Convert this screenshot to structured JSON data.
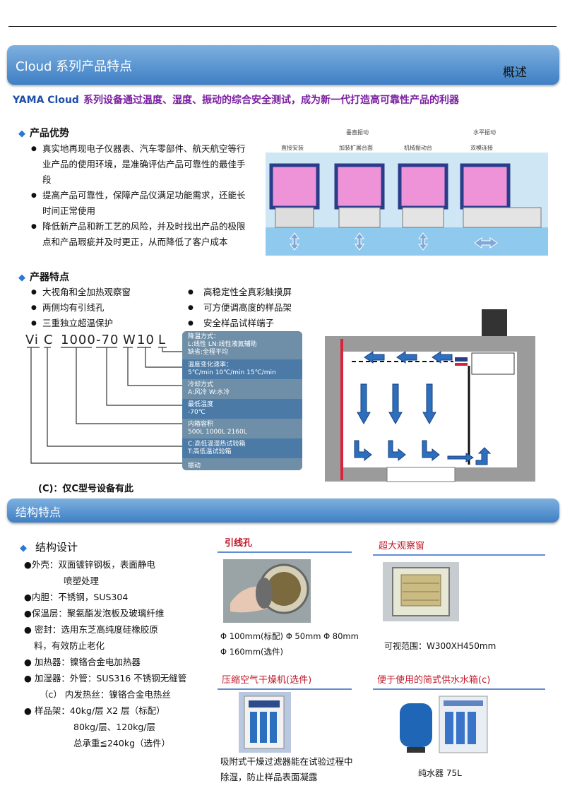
{
  "header": {
    "title": "Cloud 系列产品特点",
    "right_label": "概述"
  },
  "subtitle": {
    "brand": "YAMA Cloud",
    "text": "系列设备通过温度、湿度、振动的综合安全测试，成为新一代打造高可靠性产品的利器"
  },
  "advantages": {
    "heading": "产品优势",
    "items": [
      "真实地再现电子仪器表、汽车零部件、航天航空等行业产品的使用环境，是准确评估产品可靠性的最佳手段",
      "提高产品可靠性，保障产品仪满足功能需求，还能长时间正常使用",
      "降低新产品和新工艺的风险，并及时找出产品的极限点和产品瑕疵并及时更正，从而降低了客户成本"
    ]
  },
  "vibration": {
    "top_labels": [
      "垂直振动",
      "水平振动"
    ],
    "labels": [
      "直接安装",
      "加装扩展台面",
      "机械振动台",
      "双模连接"
    ]
  },
  "features": {
    "heading": "产器特点",
    "left": [
      "大视角和全加热观察窗",
      "两侧均有引线孔",
      "三重独立超温保护"
    ],
    "right": [
      "高稳定性全真彩触摸屏",
      "可方便调高度的样品架",
      "安全样品试样端子"
    ]
  },
  "model_code": {
    "parts": [
      "Vi",
      "C",
      "1000",
      "-70",
      "W",
      "10",
      "L"
    ],
    "specs": [
      {
        "title": "降温方式：",
        "lines": [
          "L:线性  LN:线性液氮辅助",
          "缺省:全程平均"
        ]
      },
      {
        "title": "温度变化速率：",
        "lines": [
          "5℃/min  10℃/min  15℃/min"
        ]
      },
      {
        "title": "冷却方式",
        "lines": [
          "A:风冷  W:水冷"
        ]
      },
      {
        "title": "最低温度",
        "lines": [
          "-70℃"
        ]
      },
      {
        "title": "内箱容积",
        "lines": [
          "500L  1000L  2160L"
        ]
      },
      {
        "title": "C:高低温湿热试验箱",
        "lines": [
          "T:高低温试验箱"
        ]
      },
      {
        "title": "振动",
        "lines": []
      }
    ],
    "note": "(C)：仅C型号设备有此"
  },
  "structure_bar": {
    "title": "结构特点"
  },
  "structure": {
    "heading": "结构设计",
    "items": [
      "●外壳：双面镀锌钢板，表面静电",
      "喷塑处理",
      "●内胆：不锈钢，SUS304",
      "●保温层：聚氨酯发泡板及玻璃纤维",
      "● 密封：选用东芝高纯度硅橡胶原",
      "料，有效防止老化",
      "● 加热器：镍铬合金电加热器",
      "● 加湿器：外管：SUS316 不锈钢无缝管",
      "（c）     内发热丝：镍铬合金电热丝",
      "● 样品架：40kg/层 X2 层（标配）",
      "80kg/层、120kg/层",
      "总承重≦240kg（选件）"
    ]
  },
  "lead_hole": {
    "title": "引线孔",
    "line1": "Φ 100mm(标配)  Φ 50mm  Φ 80mm",
    "line2": "Φ 160mm(选件)"
  },
  "window": {
    "title": "超大观察窗",
    "caption": "可视范围：W300XH450mm"
  },
  "dryer": {
    "title": "压缩空气干燥机(选件)",
    "caption": "吸附式干燥过滤器能在试验过程中除湿，防止样品表面凝露"
  },
  "water": {
    "title": "便于使用的简式供水水箱(c)",
    "caption": "纯水器 75L"
  },
  "colors": {
    "accent": "#3f7fc4",
    "purple": "#7a1fa0",
    "red": "#c0182a",
    "pink": "#e98fd0"
  }
}
